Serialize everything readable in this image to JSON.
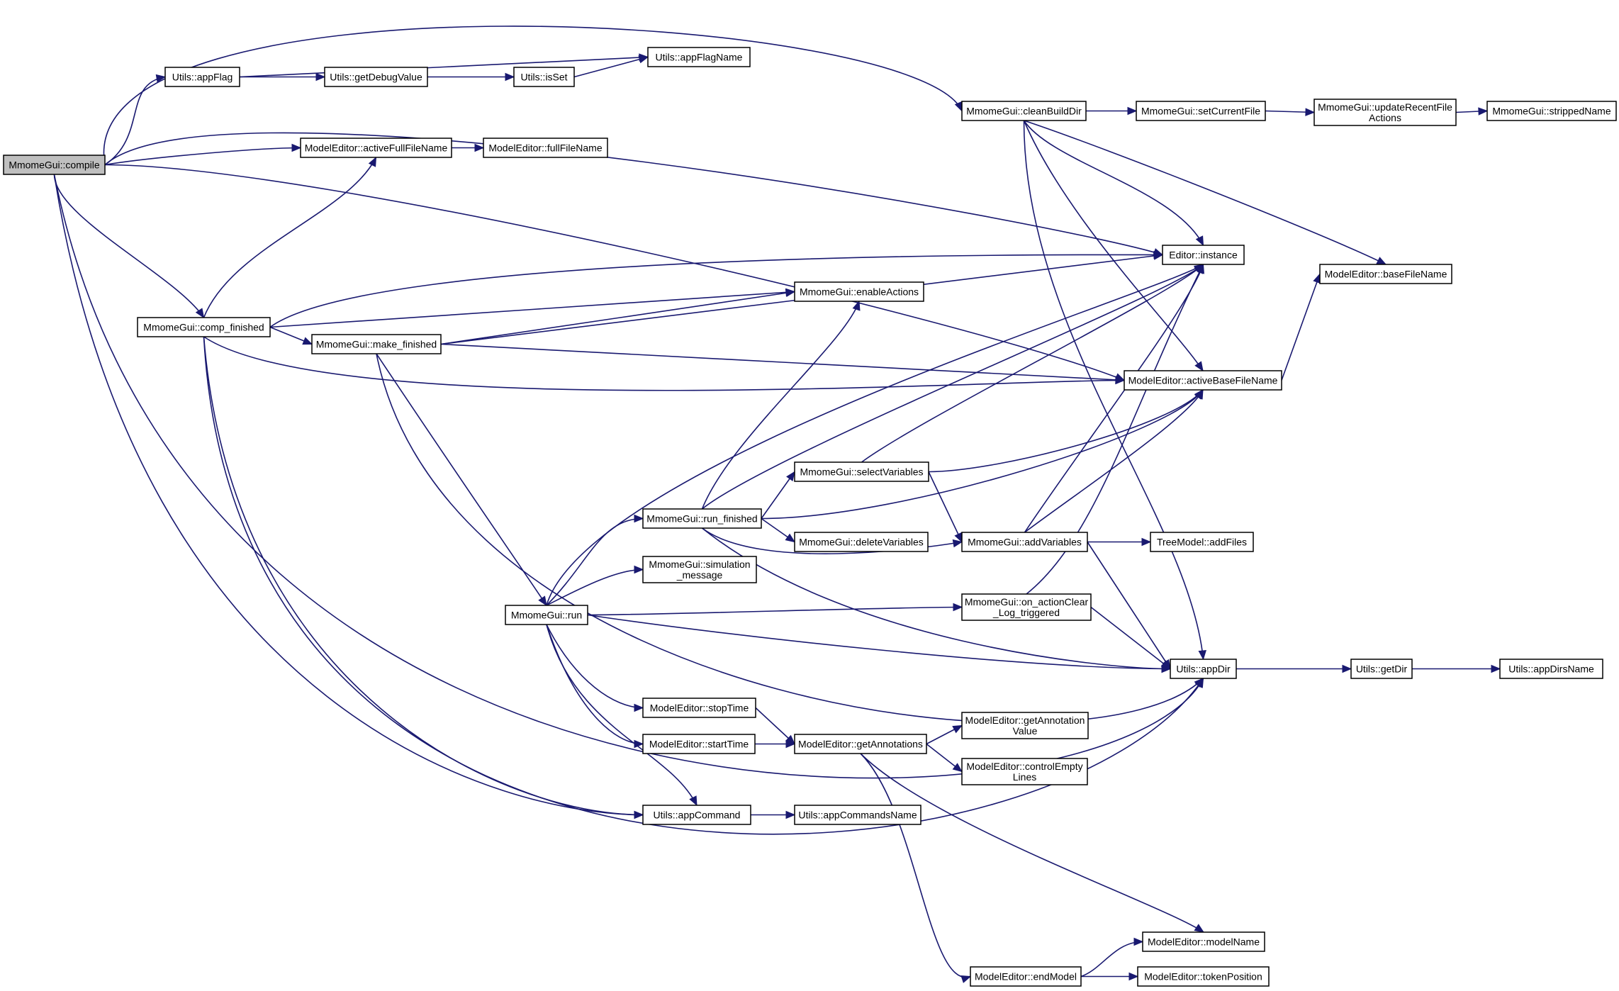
{
  "diagram": {
    "colors": {
      "edge": "#191970",
      "node_fill": "#ffffff",
      "root_fill": "#bfbfbf",
      "node_border": "#000000",
      "text": "#000000"
    },
    "nodes": [
      {
        "id": "compile",
        "lines": [
          "MmomeGui::compile"
        ],
        "root": true
      },
      {
        "id": "appFlag",
        "lines": [
          "Utils::appFlag"
        ]
      },
      {
        "id": "getDebugValue",
        "lines": [
          "Utils::getDebugValue"
        ]
      },
      {
        "id": "isSet",
        "lines": [
          "Utils::isSet"
        ]
      },
      {
        "id": "appFlagName",
        "lines": [
          "Utils::appFlagName"
        ]
      },
      {
        "id": "activeFullFileName",
        "lines": [
          "ModelEditor::activeFullFileName"
        ]
      },
      {
        "id": "fullFileName",
        "lines": [
          "ModelEditor::fullFileName"
        ]
      },
      {
        "id": "cleanBuildDir",
        "lines": [
          "MmomeGui::cleanBuildDir"
        ]
      },
      {
        "id": "setCurrentFile",
        "lines": [
          "MmomeGui::setCurrentFile"
        ]
      },
      {
        "id": "updateRecentFileActions",
        "lines": [
          "MmomeGui::updateRecentFile",
          "Actions"
        ]
      },
      {
        "id": "strippedName",
        "lines": [
          "MmomeGui::strippedName"
        ]
      },
      {
        "id": "instance",
        "lines": [
          "Editor::instance"
        ]
      },
      {
        "id": "baseFileName",
        "lines": [
          "ModelEditor::baseFileName"
        ]
      },
      {
        "id": "activeBaseFileName",
        "lines": [
          "ModelEditor::activeBaseFileName"
        ]
      },
      {
        "id": "comp_finished",
        "lines": [
          "MmomeGui::comp_finished"
        ]
      },
      {
        "id": "make_finished",
        "lines": [
          "MmomeGui::make_finished"
        ]
      },
      {
        "id": "enableActions",
        "lines": [
          "MmomeGui::enableActions"
        ]
      },
      {
        "id": "selectVariables",
        "lines": [
          "MmomeGui::selectVariables"
        ]
      },
      {
        "id": "run_finished",
        "lines": [
          "MmomeGui::run_finished"
        ]
      },
      {
        "id": "deleteVariables",
        "lines": [
          "MmomeGui::deleteVariables"
        ]
      },
      {
        "id": "addVariables",
        "lines": [
          "MmomeGui::addVariables"
        ]
      },
      {
        "id": "addFiles",
        "lines": [
          "TreeModel::addFiles"
        ]
      },
      {
        "id": "simulation_message",
        "lines": [
          "MmomeGui::simulation",
          "_message"
        ]
      },
      {
        "id": "run",
        "lines": [
          "MmomeGui::run"
        ]
      },
      {
        "id": "on_actionClear",
        "lines": [
          "MmomeGui::on_actionClear",
          "_Log_triggered"
        ]
      },
      {
        "id": "appDir",
        "lines": [
          "Utils::appDir"
        ]
      },
      {
        "id": "getDir",
        "lines": [
          "Utils::getDir"
        ]
      },
      {
        "id": "appDirsName",
        "lines": [
          "Utils::appDirsName"
        ]
      },
      {
        "id": "stopTime",
        "lines": [
          "ModelEditor::stopTime"
        ]
      },
      {
        "id": "startTime",
        "lines": [
          "ModelEditor::startTime"
        ]
      },
      {
        "id": "getAnnotations",
        "lines": [
          "ModelEditor::getAnnotations"
        ]
      },
      {
        "id": "getAnnotationValue",
        "lines": [
          "ModelEditor::getAnnotation",
          "Value"
        ]
      },
      {
        "id": "controlEmptyLines",
        "lines": [
          "ModelEditor::controlEmpty",
          "Lines"
        ]
      },
      {
        "id": "appCommand",
        "lines": [
          "Utils::appCommand"
        ]
      },
      {
        "id": "appCommandsName",
        "lines": [
          "Utils::appCommandsName"
        ]
      },
      {
        "id": "modelName",
        "lines": [
          "ModelEditor::modelName"
        ]
      },
      {
        "id": "endModel",
        "lines": [
          "ModelEditor::endModel"
        ]
      },
      {
        "id": "tokenPosition",
        "lines": [
          "ModelEditor::tokenPosition"
        ]
      }
    ],
    "edges": [
      [
        "compile",
        "appFlag"
      ],
      [
        "compile",
        "cleanBuildDir"
      ],
      [
        "compile",
        "activeFullFileName"
      ],
      [
        "compile",
        "instance"
      ],
      [
        "compile",
        "activeBaseFileName"
      ],
      [
        "compile",
        "comp_finished"
      ],
      [
        "compile",
        "appCommand"
      ],
      [
        "compile",
        "appDir"
      ],
      [
        "appFlag",
        "appFlagName"
      ],
      [
        "appFlag",
        "getDebugValue"
      ],
      [
        "getDebugValue",
        "isSet"
      ],
      [
        "isSet",
        "appFlagName"
      ],
      [
        "activeFullFileName",
        "fullFileName"
      ],
      [
        "cleanBuildDir",
        "setCurrentFile"
      ],
      [
        "cleanBuildDir",
        "instance"
      ],
      [
        "cleanBuildDir",
        "baseFileName"
      ],
      [
        "cleanBuildDir",
        "activeBaseFileName"
      ],
      [
        "cleanBuildDir",
        "appDir"
      ],
      [
        "setCurrentFile",
        "updateRecentFileActions"
      ],
      [
        "updateRecentFileActions",
        "strippedName"
      ],
      [
        "activeBaseFileName",
        "baseFileName"
      ],
      [
        "comp_finished",
        "activeFullFileName"
      ],
      [
        "comp_finished",
        "instance"
      ],
      [
        "comp_finished",
        "enableActions"
      ],
      [
        "comp_finished",
        "make_finished"
      ],
      [
        "comp_finished",
        "activeBaseFileName"
      ],
      [
        "comp_finished",
        "appCommand"
      ],
      [
        "comp_finished",
        "appDir"
      ],
      [
        "make_finished",
        "instance"
      ],
      [
        "make_finished",
        "enableActions"
      ],
      [
        "make_finished",
        "activeBaseFileName"
      ],
      [
        "make_finished",
        "run"
      ],
      [
        "make_finished",
        "appDir"
      ],
      [
        "run",
        "instance"
      ],
      [
        "run",
        "run_finished"
      ],
      [
        "run",
        "simulation_message"
      ],
      [
        "run",
        "on_actionClear"
      ],
      [
        "run",
        "appDir"
      ],
      [
        "run",
        "stopTime"
      ],
      [
        "run",
        "startTime"
      ],
      [
        "run",
        "appCommand"
      ],
      [
        "run_finished",
        "enableActions"
      ],
      [
        "run_finished",
        "instance"
      ],
      [
        "run_finished",
        "selectVariables"
      ],
      [
        "run_finished",
        "activeBaseFileName"
      ],
      [
        "run_finished",
        "deleteVariables"
      ],
      [
        "run_finished",
        "addVariables"
      ],
      [
        "run_finished",
        "appDir"
      ],
      [
        "selectVariables",
        "instance"
      ],
      [
        "selectVariables",
        "activeBaseFileName"
      ],
      [
        "selectVariables",
        "addVariables"
      ],
      [
        "addVariables",
        "instance"
      ],
      [
        "addVariables",
        "activeBaseFileName"
      ],
      [
        "addVariables",
        "addFiles"
      ],
      [
        "addVariables",
        "appDir"
      ],
      [
        "on_actionClear",
        "instance"
      ],
      [
        "on_actionClear",
        "appDir"
      ],
      [
        "appDir",
        "getDir"
      ],
      [
        "getDir",
        "appDirsName"
      ],
      [
        "stopTime",
        "getAnnotations"
      ],
      [
        "startTime",
        "getAnnotations"
      ],
      [
        "getAnnotations",
        "getAnnotationValue"
      ],
      [
        "getAnnotations",
        "controlEmptyLines"
      ],
      [
        "getAnnotations",
        "modelName"
      ],
      [
        "getAnnotations",
        "endModel"
      ],
      [
        "endModel",
        "modelName"
      ],
      [
        "endModel",
        "tokenPosition"
      ],
      [
        "appCommand",
        "appCommandsName"
      ]
    ]
  }
}
